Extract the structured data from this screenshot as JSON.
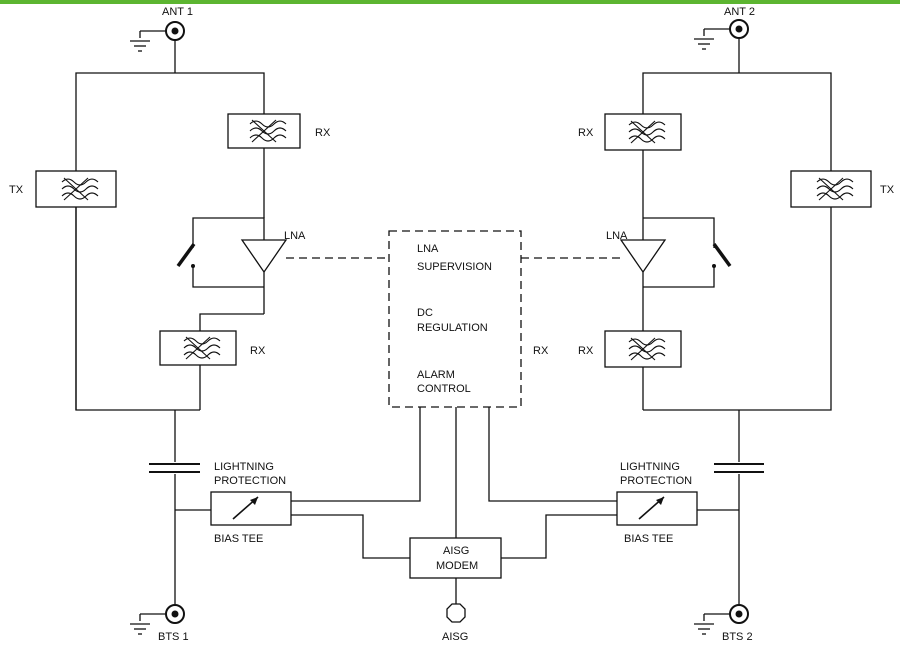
{
  "colors": {
    "accent": "#5cb531",
    "line": "#111111"
  },
  "labels": {
    "ant1": "ANT 1",
    "ant2": "ANT 2",
    "tx_left": "TX",
    "tx_right": "TX",
    "rx_left_upper": "RX",
    "rx_left_lower": "RX",
    "rx_right_upper": "RX",
    "rx_right_lower": "RX",
    "rx_center": "RX",
    "lna_left": "LNA",
    "lna_right": "LNA",
    "supervision_1": "LNA",
    "supervision_2": "SUPERVISION",
    "dc_1": "DC",
    "dc_2": "REGULATION",
    "alarm_1": "ALARM",
    "alarm_2": "CONTROL",
    "lp_left_1": "LIGHTNING",
    "lp_left_2": "PROTECTION",
    "lp_right_1": "LIGHTNING",
    "lp_right_2": "PROTECTION",
    "bias_left": "BIAS TEE",
    "bias_right": "BIAS TEE",
    "modem_1": "AISG",
    "modem_2": "MODEM",
    "aisg": "AISG",
    "bts1": "BTS 1",
    "bts2": "BTS 2"
  },
  "icons": {
    "filter": "bandpass-filter-icon",
    "amplifier": "triangle-amplifier-icon",
    "switch": "bypass-switch-icon",
    "connector": "coax-connector-icon",
    "ground": "ground-icon",
    "capacitor": "dc-block-capacitor-icon",
    "arrester": "lightning-arrow-icon"
  }
}
